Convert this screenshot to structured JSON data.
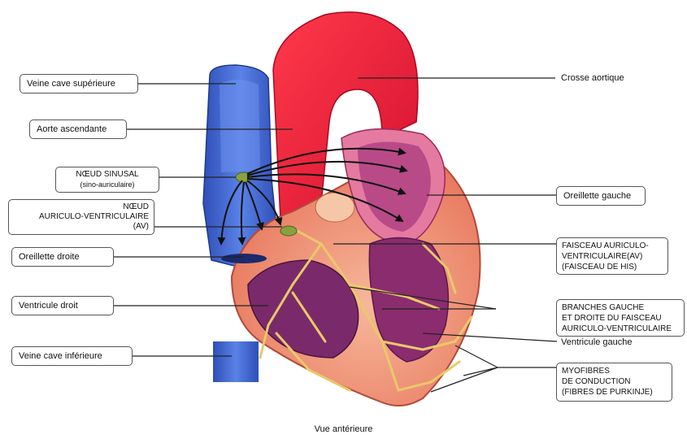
{
  "labels": {
    "veine_cave_superieure": "Veine cave supérieure",
    "aorte_ascendante": "Aorte ascendante",
    "noeud_sinusal": [
      "NŒUD SINUSAL",
      "(sino-auriculaire)"
    ],
    "noeud_av": [
      "NŒUD",
      "AURICULO-VENTRICULAIRE",
      "(AV)"
    ],
    "oreillette_droite": "Oreillette droite",
    "ventricule_droit": "Ventricule droit",
    "veine_cave_inferieure": "Veine cave inférieure",
    "crosse_aortique": "Crosse aortique",
    "oreillette_gauche": "Oreillette gauche",
    "faisceau_av": [
      "FAISCEAU AURICULO-",
      "VENTRICULAIRE(AV)",
      "(FAISCEAU DE HIS)"
    ],
    "branches": [
      "BRANCHES GAUCHE",
      "ET DROITE DU FAISCEAU",
      "AURICULO-VENTRICULAIRE"
    ],
    "ventricule_gauche": "Ventricule gauche",
    "myofibres": [
      "MYOFIBRES",
      "DE CONDUCTION",
      "(FIBRES DE PURKINJE)"
    ]
  },
  "caption": "Vue antérieure",
  "colors": {
    "aorta": "#e8203a",
    "vena_cava": "#3a5fcf",
    "myocardium": "#f29a7a",
    "chamber": "#7a2a6a",
    "conduction": "#e8c96a",
    "node": "#8aa040"
  }
}
